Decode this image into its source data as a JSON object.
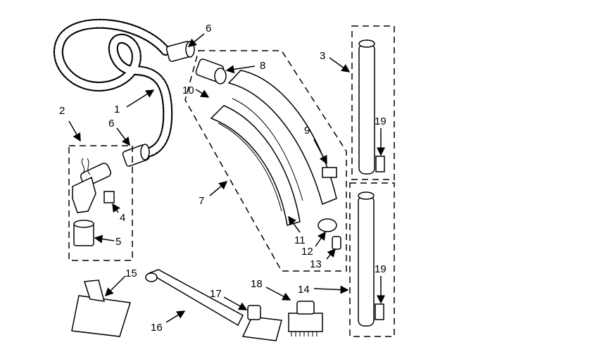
{
  "diagram": {
    "callouts": {
      "c1": "1",
      "c2": "2",
      "c3": "3",
      "c4": "4",
      "c5": "5",
      "c6a": "6",
      "c6b": "6",
      "c7": "7",
      "c8": "8",
      "c9": "9",
      "c10": "10",
      "c11": "11",
      "c12": "12",
      "c13": "13",
      "c14": "14",
      "c15": "15",
      "c16": "16",
      "c17": "17",
      "c18": "18",
      "c19a": "19",
      "c19b": "19"
    },
    "colors": {
      "line": "#000000",
      "background": "#ffffff"
    }
  }
}
